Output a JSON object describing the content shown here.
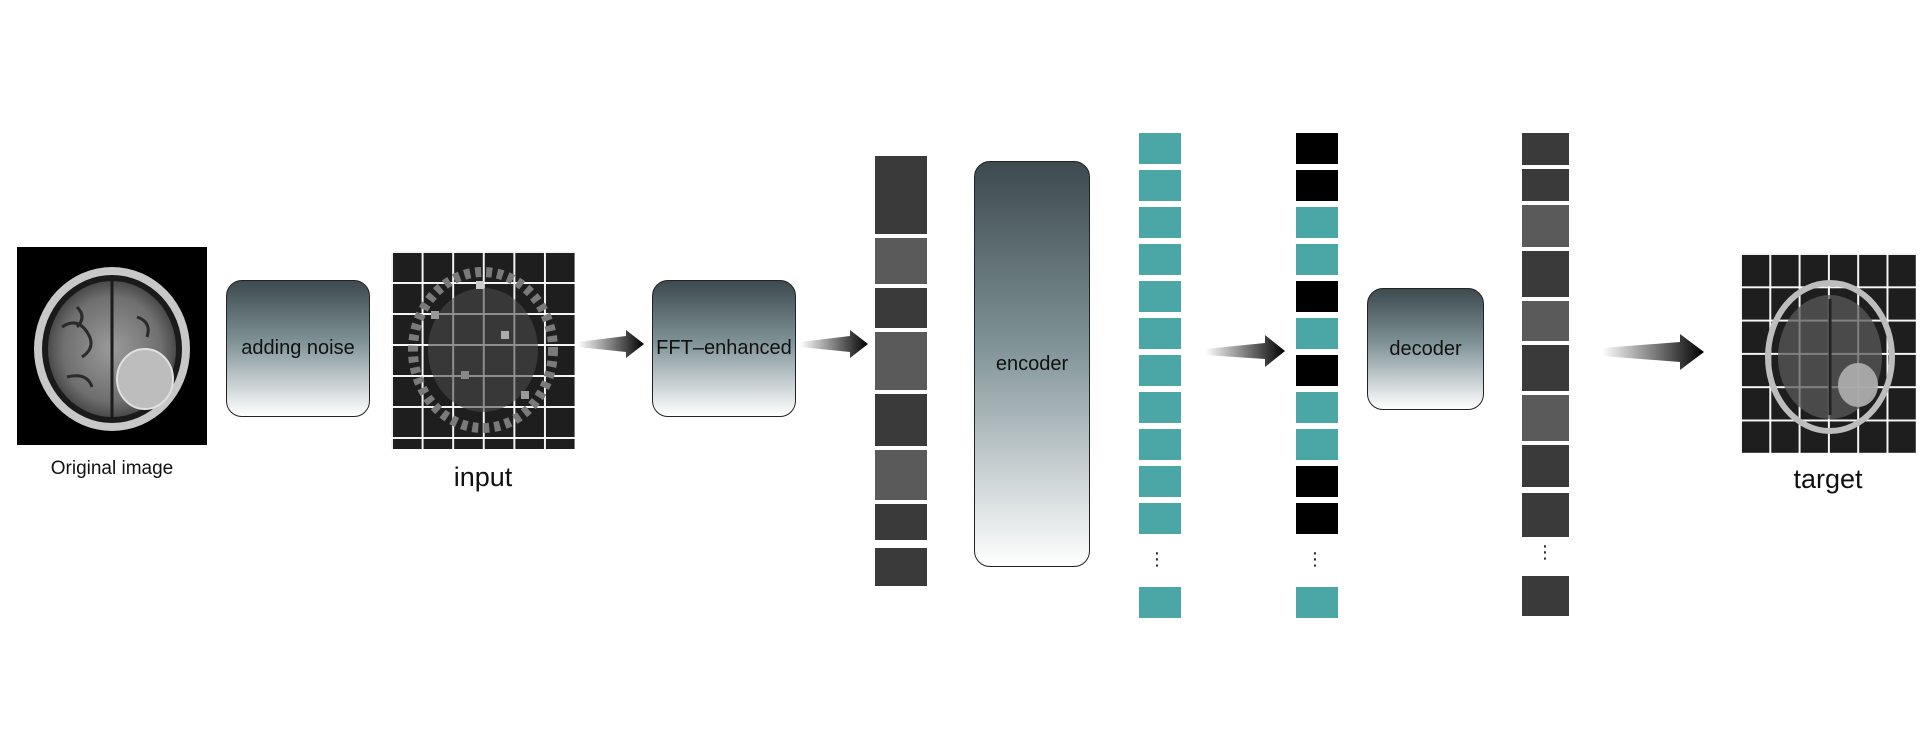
{
  "labels": {
    "original": "Original image",
    "input": "input",
    "target": "target",
    "adding_noise": "adding noise",
    "fft": "FFT–enhanced",
    "encoder": "encoder",
    "decoder": "decoder",
    "ellipsis": "⋮"
  },
  "encoder_tokens": [
    "teal",
    "teal",
    "teal",
    "teal",
    "teal",
    "teal",
    "teal",
    "teal",
    "teal",
    "teal",
    "teal"
  ],
  "masked_tokens": [
    "black",
    "black",
    "teal",
    "teal",
    "black",
    "teal",
    "black",
    "teal",
    "teal",
    "black",
    "black"
  ],
  "colors": {
    "token_teal": "#4ba6a6",
    "token_mask": "#000000"
  }
}
